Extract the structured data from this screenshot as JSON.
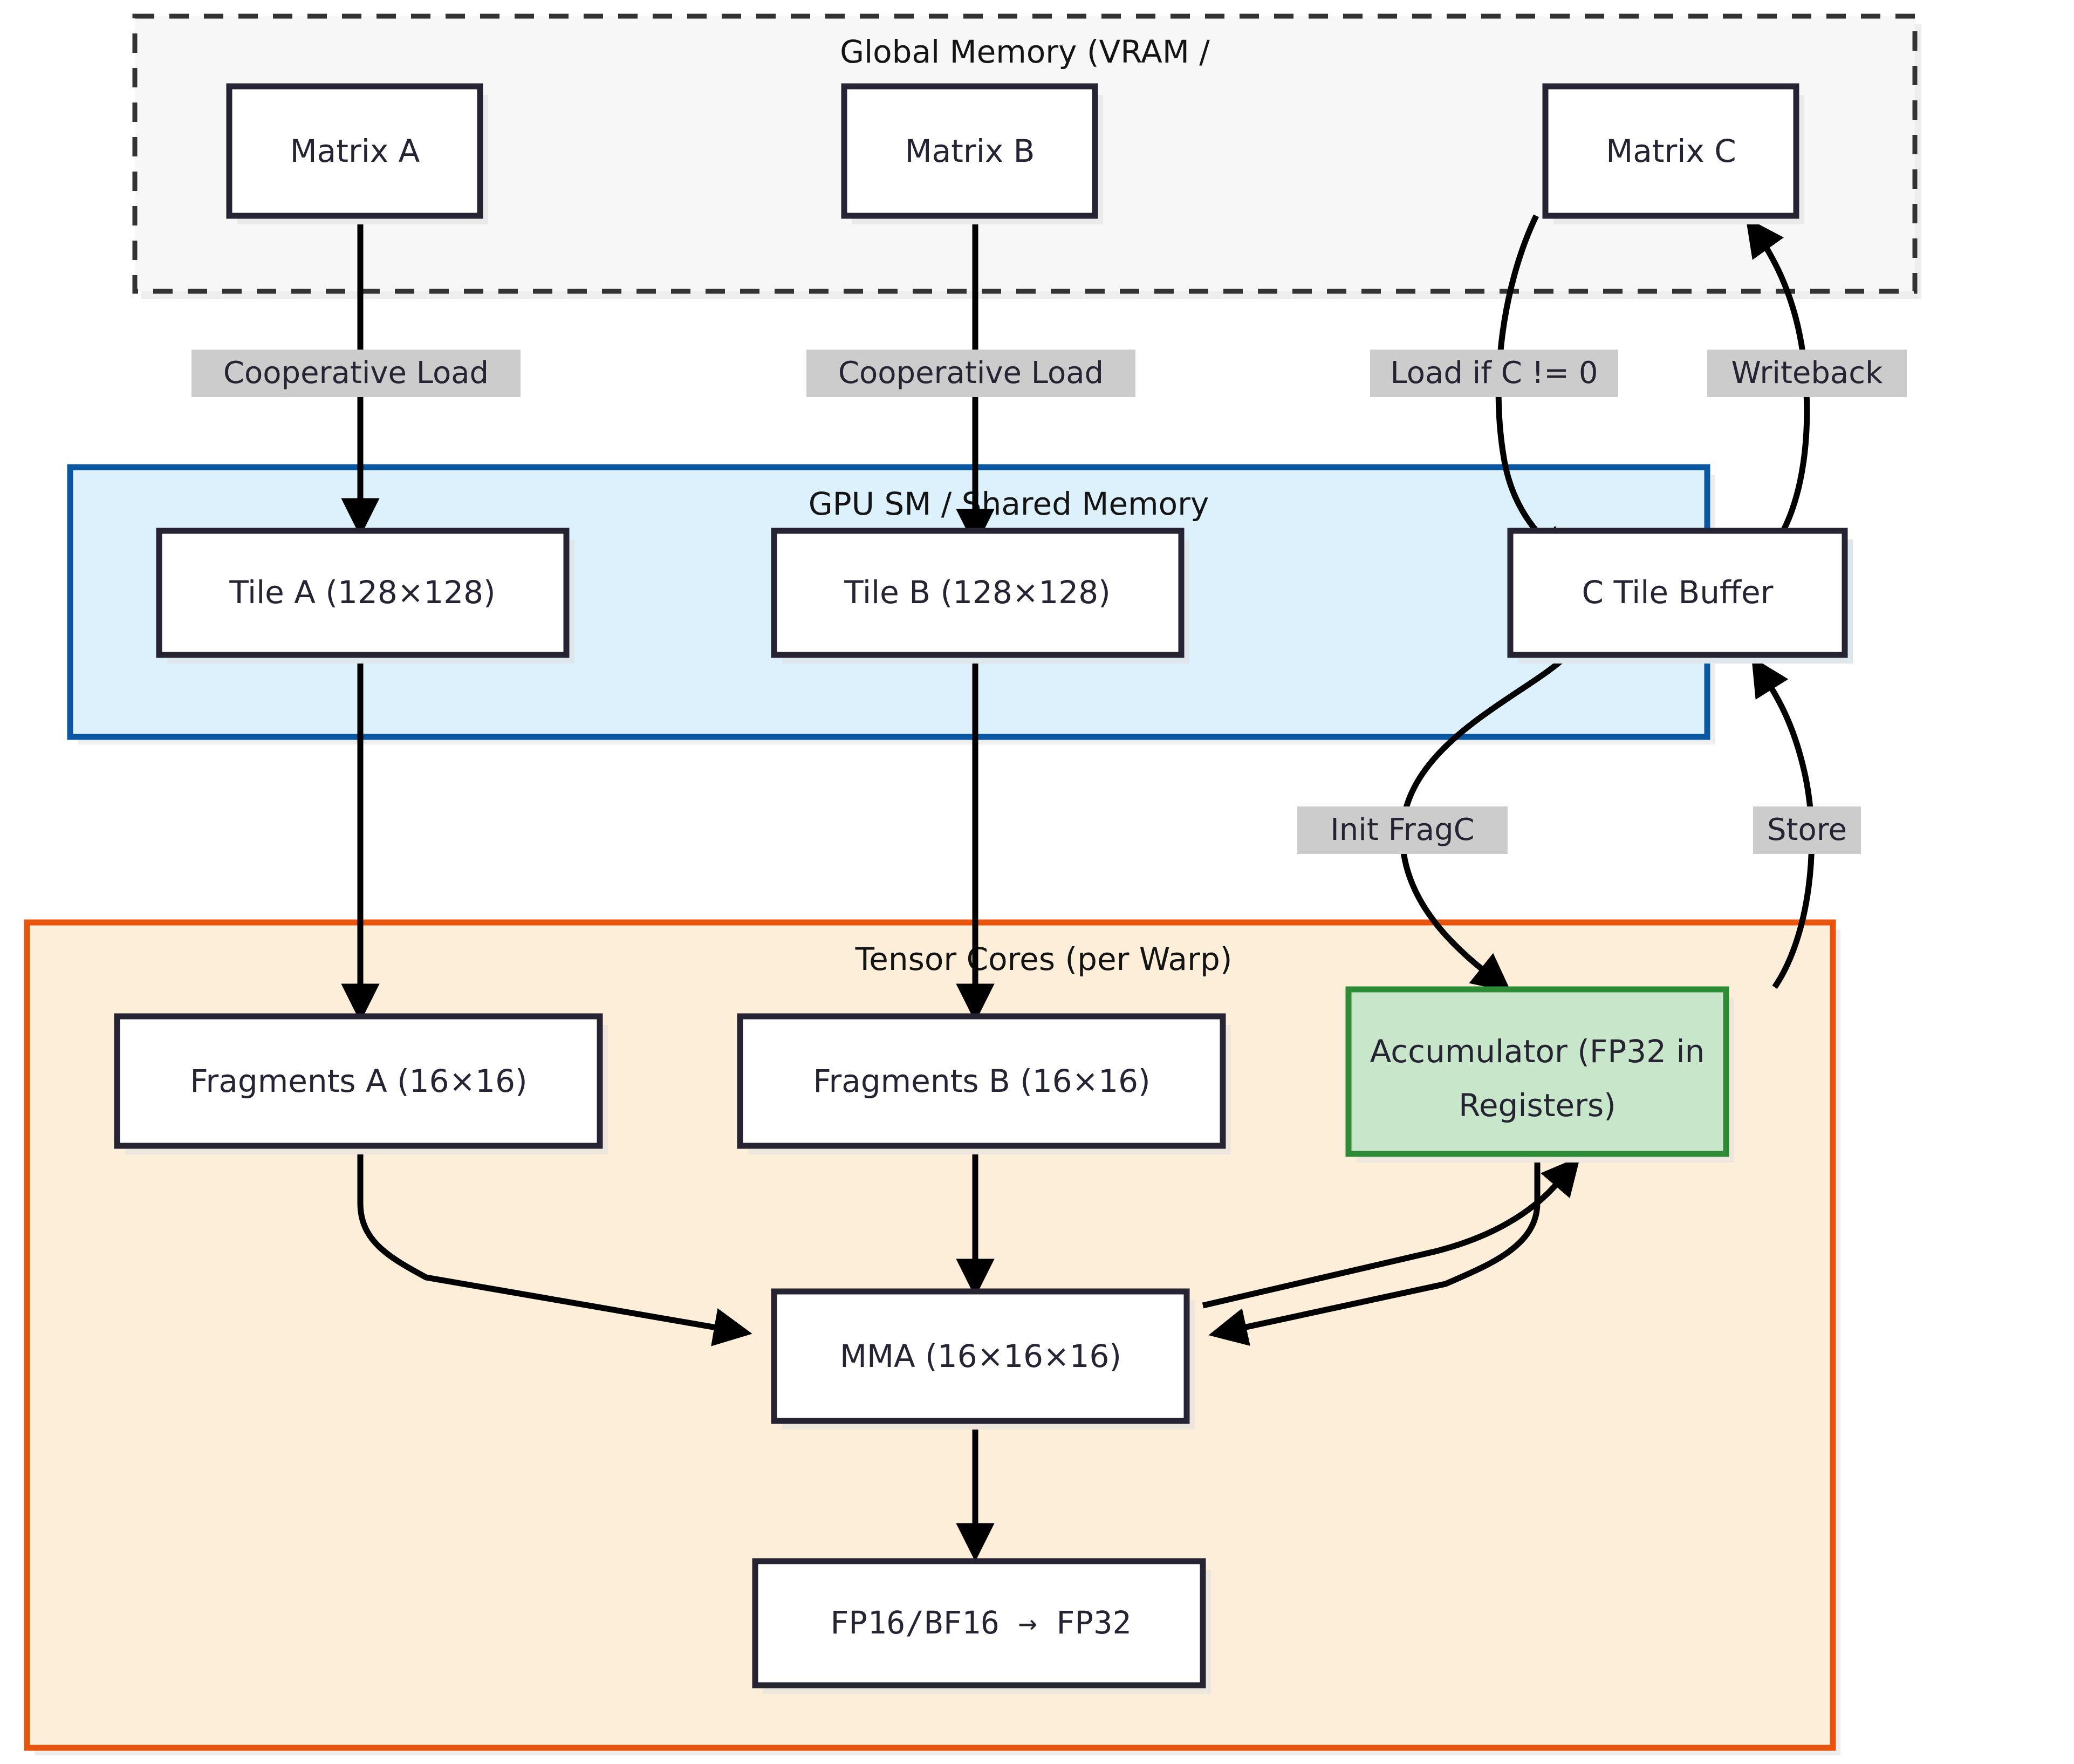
{
  "diagram": {
    "type": "flowchart",
    "title_visible": false,
    "palette": {
      "node_stroke": "#262433",
      "node_fill": "#ffffff",
      "text": "#262433",
      "edge_stroke": "#000000",
      "edge_label_bg": "#cccccc",
      "cluster_global_stroke": "#333333",
      "cluster_global_fill": "#f7f7f7",
      "cluster_sm_stroke": "#0a57a4",
      "cluster_sm_fill": "#ddf1fc",
      "cluster_tensor_stroke": "#e8530e",
      "cluster_tensor_fill": "#fdeeda",
      "accumulator_stroke": "#2e8b36",
      "accumulator_fill": "#c8e6c9",
      "shadow": "#eaeaea"
    },
    "clusters": [
      {
        "id": "global",
        "title": "Global Memory (VRAM /"
      },
      {
        "id": "sm",
        "title": "GPU SM / Shared Memory"
      },
      {
        "id": "tensor",
        "title": "Tensor Cores (per Warp)"
      }
    ],
    "nodes": [
      {
        "id": "matA",
        "label": "Matrix A",
        "cluster": "global"
      },
      {
        "id": "matB",
        "label": "Matrix B",
        "cluster": "global"
      },
      {
        "id": "matC",
        "label": "Matrix C",
        "cluster": "global"
      },
      {
        "id": "tileA",
        "label": "Tile A (128×128)",
        "cluster": "sm"
      },
      {
        "id": "tileB",
        "label": "Tile B (128×128)",
        "cluster": "sm"
      },
      {
        "id": "cbuf",
        "label": "C Tile Buffer",
        "cluster": "sm"
      },
      {
        "id": "fragA",
        "label": "Fragments A (16×16)",
        "cluster": "tensor"
      },
      {
        "id": "fragB",
        "label": "Fragments B (16×16)",
        "cluster": "tensor"
      },
      {
        "id": "accum",
        "label_line1": "Accumulator (FP32 in",
        "label_line2": "Registers)",
        "cluster": "tensor"
      },
      {
        "id": "mma",
        "label": "MMA (16×16×16)",
        "cluster": "tensor"
      },
      {
        "id": "cast",
        "label": "FP16/BF16 → FP32",
        "cluster": "tensor"
      }
    ],
    "edges": [
      {
        "from": "matA",
        "to": "tileA",
        "label": "Cooperative Load"
      },
      {
        "from": "matB",
        "to": "tileB",
        "label": "Cooperative Load"
      },
      {
        "from": "matC",
        "to": "cbuf",
        "label": "Load if C != 0"
      },
      {
        "from": "cbuf",
        "to": "matC",
        "label": "Writeback"
      },
      {
        "from": "cbuf",
        "to": "accum",
        "label": "Init FragC"
      },
      {
        "from": "accum",
        "to": "cbuf",
        "label": "Store"
      },
      {
        "from": "tileA",
        "to": "fragA",
        "label": ""
      },
      {
        "from": "tileB",
        "to": "fragB",
        "label": ""
      },
      {
        "from": "fragA",
        "to": "mma",
        "label": ""
      },
      {
        "from": "fragB",
        "to": "mma",
        "label": ""
      },
      {
        "from": "accum",
        "to": "mma",
        "label": ""
      },
      {
        "from": "mma",
        "to": "accum",
        "label": ""
      },
      {
        "from": "mma",
        "to": "cast",
        "label": ""
      }
    ]
  }
}
